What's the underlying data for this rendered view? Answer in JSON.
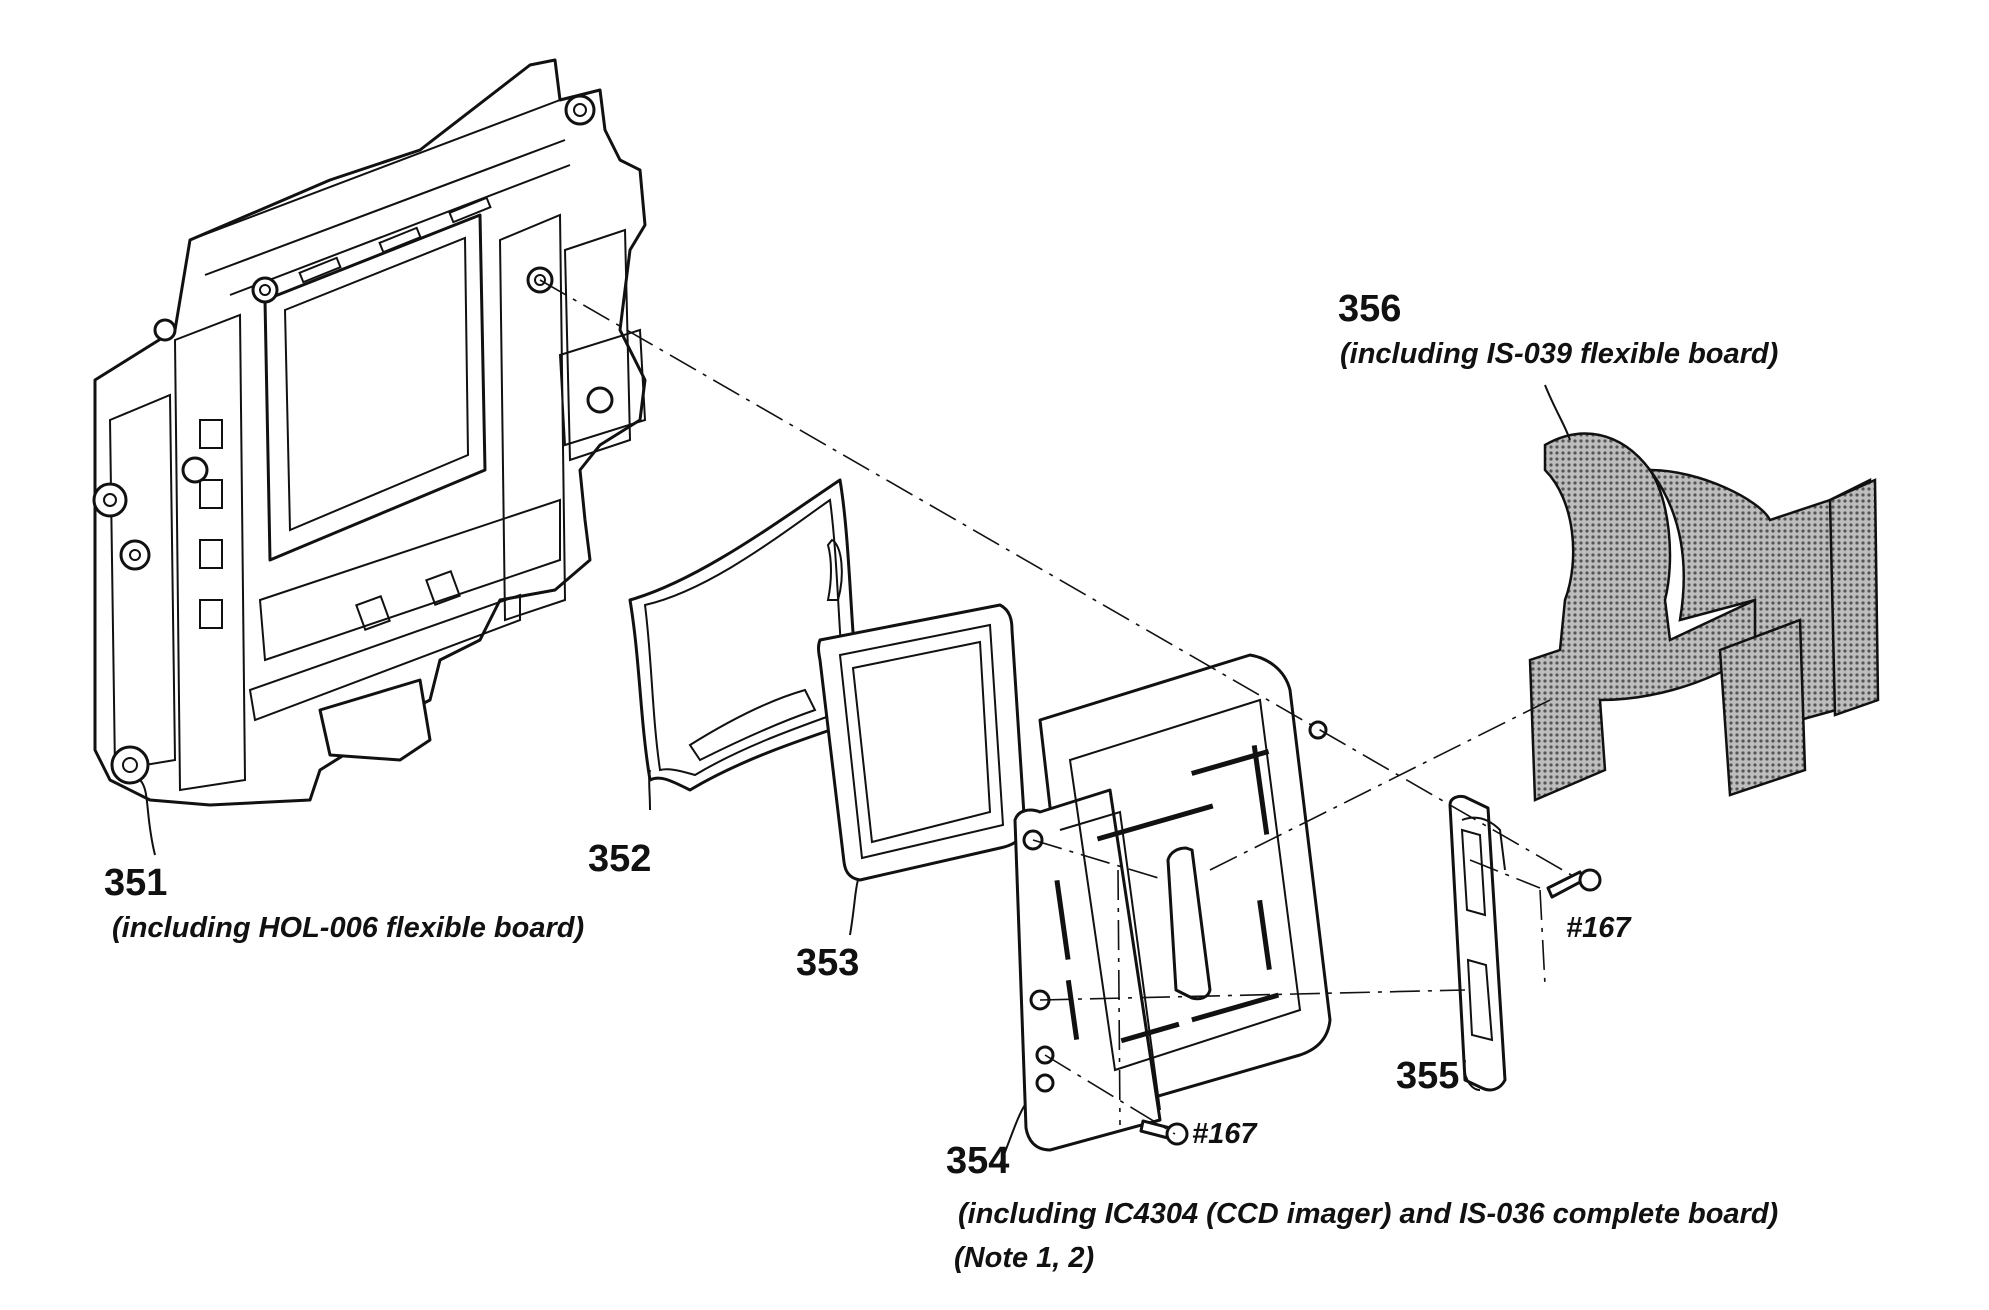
{
  "diagram": {
    "colors": {
      "ink": "#111111",
      "paper": "#ffffff",
      "flex_fill": "#8a8a8a"
    },
    "parts": [
      {
        "id": "351",
        "number": "351",
        "note": "(including HOL-006 flexible board)"
      },
      {
        "id": "352",
        "number": "352",
        "note": ""
      },
      {
        "id": "353",
        "number": "353",
        "note": ""
      },
      {
        "id": "354",
        "number": "354",
        "note": "(including IC4304 (CCD imager) and IS-036 complete board)",
        "note2": "(Note 1, 2)"
      },
      {
        "id": "355",
        "number": "355",
        "note": ""
      },
      {
        "id": "356",
        "number": "356",
        "note": "(including IS-039 flexible board)"
      }
    ],
    "screws": [
      {
        "id": "screw-upper",
        "label": "#167"
      },
      {
        "id": "screw-lower",
        "label": "#167"
      }
    ]
  }
}
